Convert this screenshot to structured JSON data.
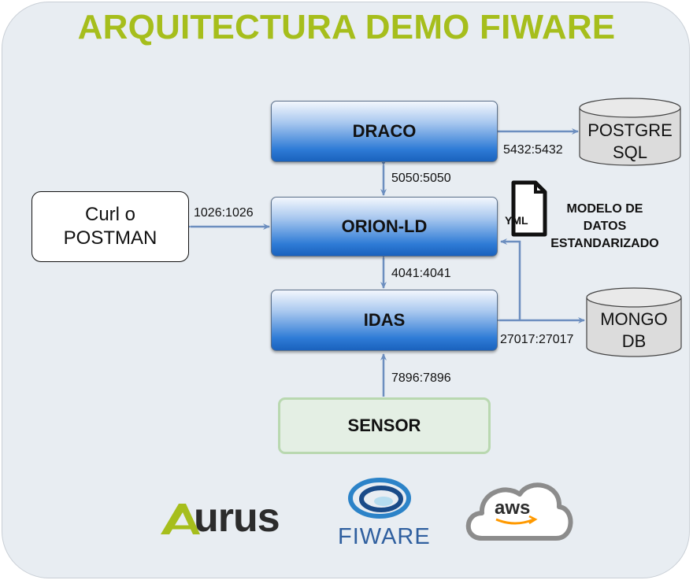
{
  "title": "ARQUITECTURA DEMO FIWARE",
  "nodes": {
    "draco": "DRACO",
    "orion": "ORION-LD",
    "idas": "IDAS",
    "sensor": "SENSOR",
    "client_line1": "Curl o",
    "client_line2": "POSTMAN",
    "postgres_line1": "POSTGRE",
    "postgres_line2": "SQL",
    "mongo_line1": "MONGO",
    "mongo_line2": "DB"
  },
  "ports": {
    "draco_postgres": "5432:5432",
    "draco_orion": "5050:5050",
    "client_orion": "1026:1026",
    "orion_idas": "4041:4041",
    "idas_mongo": "27017:27017",
    "sensor_idas": "7896:7896"
  },
  "model": {
    "file_label": "YML",
    "label_line1": "MODELO DE",
    "label_line2": "DATOS",
    "label_line3": "ESTANDARIZADO"
  },
  "logos": {
    "aurus": "urus",
    "fiware": "FIWARE",
    "aws": "aws"
  },
  "colors": {
    "title": "#a6be1c",
    "arrow": "#6c8ebf",
    "panel": "#e8edf2",
    "box_blue": "#2e7bd6",
    "sensor_border": "#b9d8b0"
  }
}
